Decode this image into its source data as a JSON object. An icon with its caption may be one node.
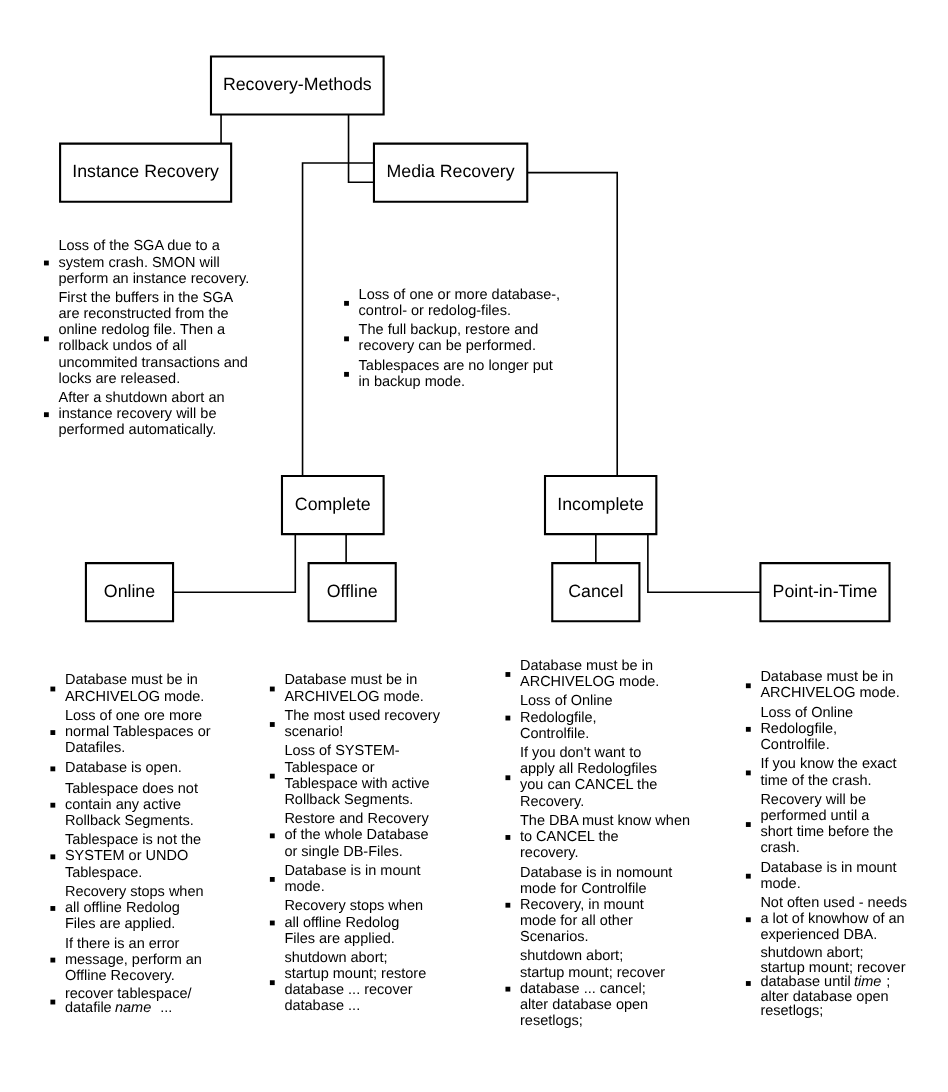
{
  "diagram": {
    "nodes": [
      {
        "text": [
          "Recovery-Methods"
        ]
      },
      {
        "text": [
          "Instance Recovery"
        ],
        "beside": [
          "Loss of the SGA due to a system crash. SMON will perform an instance recovery.",
          "First the buffers in the SGA are reconstructed from the online redolog file. Then a rollback undos of all uncommited transactions and locks are released.",
          "After a shutdown abort an instance recovery will be performed automatically."
        ]
      },
      {
        "text": [
          "Media Recovery"
        ],
        "beside": [
          "Loss of one or more database-, control- or redolog-files.",
          "The full backup, restore and recovery can be performed.",
          "Tablespaces are no longer put in backup mode."
        ]
      },
      {
        "text": [
          "Complete"
        ]
      },
      {
        "text": [
          "Incomplete"
        ]
      },
      {
        "text": [
          "Online"
        ],
        "beside": [
          "Database must be in ARCHIVELOG mode.",
          "Loss of one ore more normal Tablespaces or Datafiles.",
          "Database is open.",
          "Tablespace does not contain any active Rollback Segments.",
          "Tablespace is not the SYSTEM or UNDO Tablespace.",
          "Recovery stops when all offline Redolog Files are applied.",
          "If there is an error message, perform an Offline Recovery.",
          "recover tablespace/ datafile *name* ..."
        ]
      },
      {
        "text": [
          "Offline"
        ],
        "beside": [
          "Database must be in ARCHIVELOG mode.",
          "The most used recovery scenario!",
          "Loss of SYSTEM-Tablespace or Tablespace with active Rollback Segments.",
          "Restore and Recovery of the whole Database or single DB-Files.",
          "Database is in mount mode.",
          "Recovery stops when all offline Redolog Files are applied.",
          "shutdown abort; startup mount; restore database ... recover database ..."
        ]
      },
      {
        "text": [
          "Cancel"
        ],
        "beside": [
          "Database must be in ARCHIVELOG mode.",
          "Loss of Online Redologfile, Controlfile.",
          "If you don't want to apply all Redologfiles you can CANCEL the Recovery.",
          "The DBA must know when to CANCEL the recovery.",
          "Database is in nomount mode for Controlfile Recovery, in mount mode for all other Scenarios.",
          "shutdown abort; startup mount; recover database ... cancel; alter database open resetlogs;"
        ]
      },
      {
        "text": [
          "Point-in-Time"
        ],
        "beside": [
          "Database must be in ARCHIVELOG mode.",
          "Loss of Online Redologfile, Controlfile.",
          "If you know the exact time of the crash.",
          "Recovery will be performed until a short time before the crash.",
          "Database is in mount mode.",
          "Not often used - needs a lot of knowhow of an experienced DBA.",
          "shutdown abort; startup mount; recover database until *time*; alter database open resetlogs;"
        ]
      }
    ],
    "edges": [
      {
        "from": 0,
        "to": 1,
        "arrow": "none"
      },
      {
        "from": 0,
        "to": 2,
        "arrow": "none"
      },
      {
        "from": 2,
        "to": 3,
        "arrow": "none"
      },
      {
        "from": 2,
        "to": 4,
        "arrow": "none"
      },
      {
        "from": 3,
        "to": 5,
        "arrow": "none"
      },
      {
        "from": 3,
        "to": 6,
        "arrow": "none"
      },
      {
        "from": 4,
        "to": 7,
        "arrow": "none"
      },
      {
        "from": 4,
        "to": 8,
        "arrow": "none"
      }
    ]
  }
}
